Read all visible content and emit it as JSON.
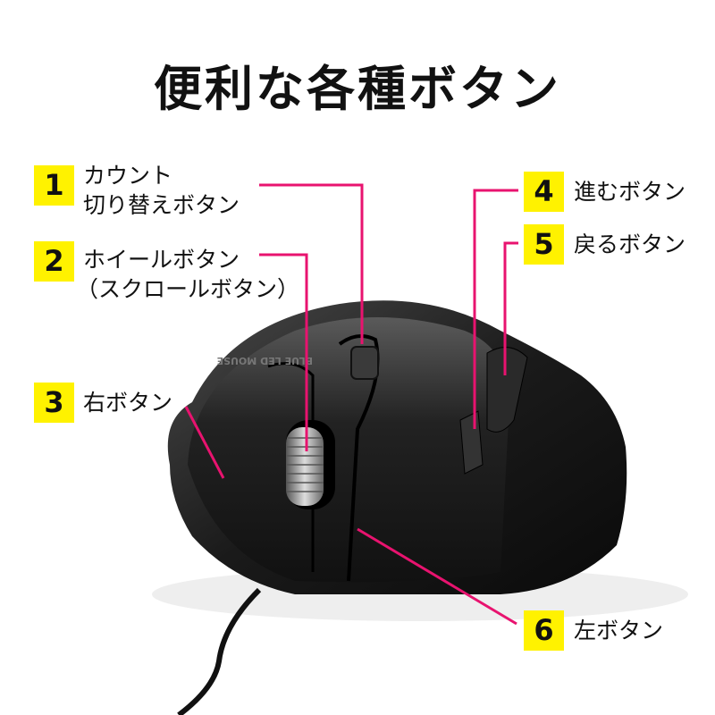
{
  "title": "便利な各種ボタン",
  "mouse_print": "BLUE LED MOUSE",
  "accent_color": "#e8136f",
  "badge_color": "#fff200",
  "callouts": [
    {
      "number": "1",
      "lines": [
        "カウント",
        "切り替えボタン"
      ]
    },
    {
      "number": "2",
      "lines": [
        "ホイールボタン",
        "（スクロールボタン）"
      ]
    },
    {
      "number": "3",
      "lines": [
        "右ボタン"
      ]
    },
    {
      "number": "4",
      "lines": [
        "進むボタン"
      ]
    },
    {
      "number": "5",
      "lines": [
        "戻るボタン"
      ]
    },
    {
      "number": "6",
      "lines": [
        "左ボタン"
      ]
    }
  ]
}
